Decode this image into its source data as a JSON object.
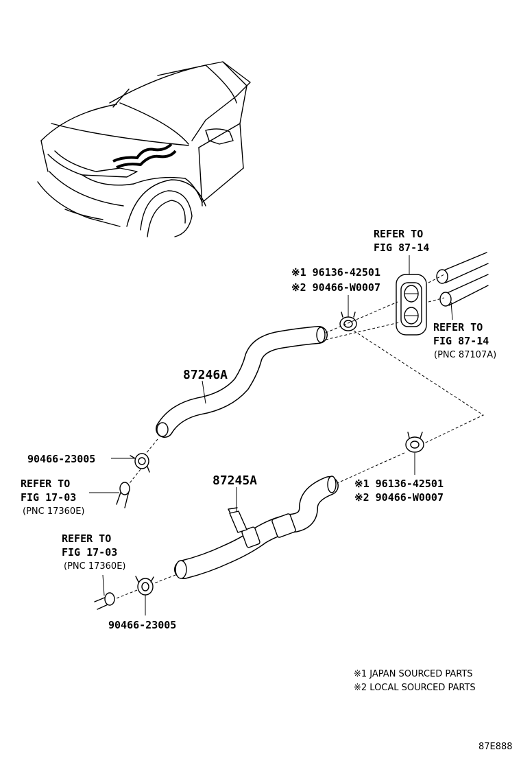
{
  "labels": {
    "refer_top_1": "REFER TO",
    "refer_top_2": "FIG 87-14",
    "upper_clamp_1": "※1 96136-42501",
    "upper_clamp_2": "※2 90466-W0007",
    "refer_right_1": "REFER TO",
    "refer_right_2": "FIG 87-14",
    "refer_right_3": "(PNC 87107A)",
    "hose_upper": "87246A",
    "clamp_left_upper": "90466-23005",
    "refer_left_upper_1": "REFER TO",
    "refer_left_upper_2": "FIG 17-03",
    "refer_left_upper_3": "(PNC 17360E)",
    "hose_lower": "87245A",
    "lower_clamp_1": "※1 96136-42501",
    "lower_clamp_2": "※2 90466-W0007",
    "refer_left_lower_1": "REFER TO",
    "refer_left_lower_2": "FIG 17-03",
    "refer_left_lower_3": "(PNC 17360E)",
    "clamp_left_lower": "90466-23005"
  },
  "notes": {
    "note_1": "※1 JAPAN SOURCED PARTS",
    "note_2": "※2 LOCAL SOURCED PARTS"
  },
  "figure_id": "87E888"
}
